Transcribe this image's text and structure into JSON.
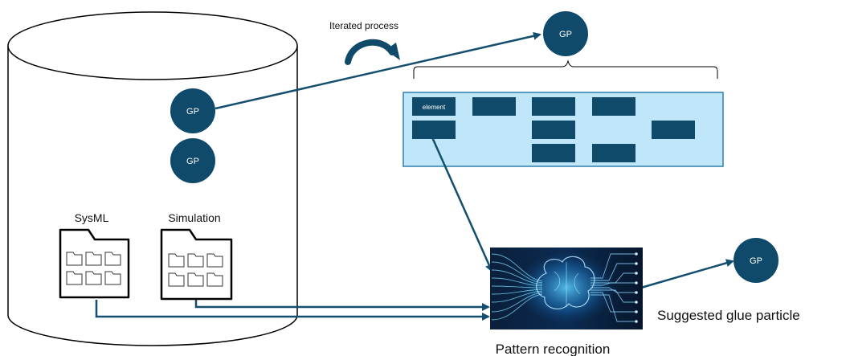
{
  "colors": {
    "node_fill": "#0f4a6a",
    "arrow": "#134e6f",
    "panel_fill": "#bfe6f9",
    "panel_border": "#2f7fb0",
    "block_fill": "#0f4a6a",
    "outline": "#000000"
  },
  "icons": {
    "process": "curved-arrow-icon",
    "folder": "folder-icon",
    "network": "neural-network-icon"
  },
  "labels": {
    "iterated_process": "Iterated process",
    "sysml": "SysML",
    "simulation": "Simulation",
    "pattern_recognition": "Pattern recognition",
    "suggested_glue_particle": "Suggested glue particle"
  },
  "nodes": {
    "gp_top": "GP",
    "gp_db_1": "GP",
    "gp_db_2": "GP",
    "gp_output": "GP"
  },
  "panel": {
    "element_label": "element"
  }
}
